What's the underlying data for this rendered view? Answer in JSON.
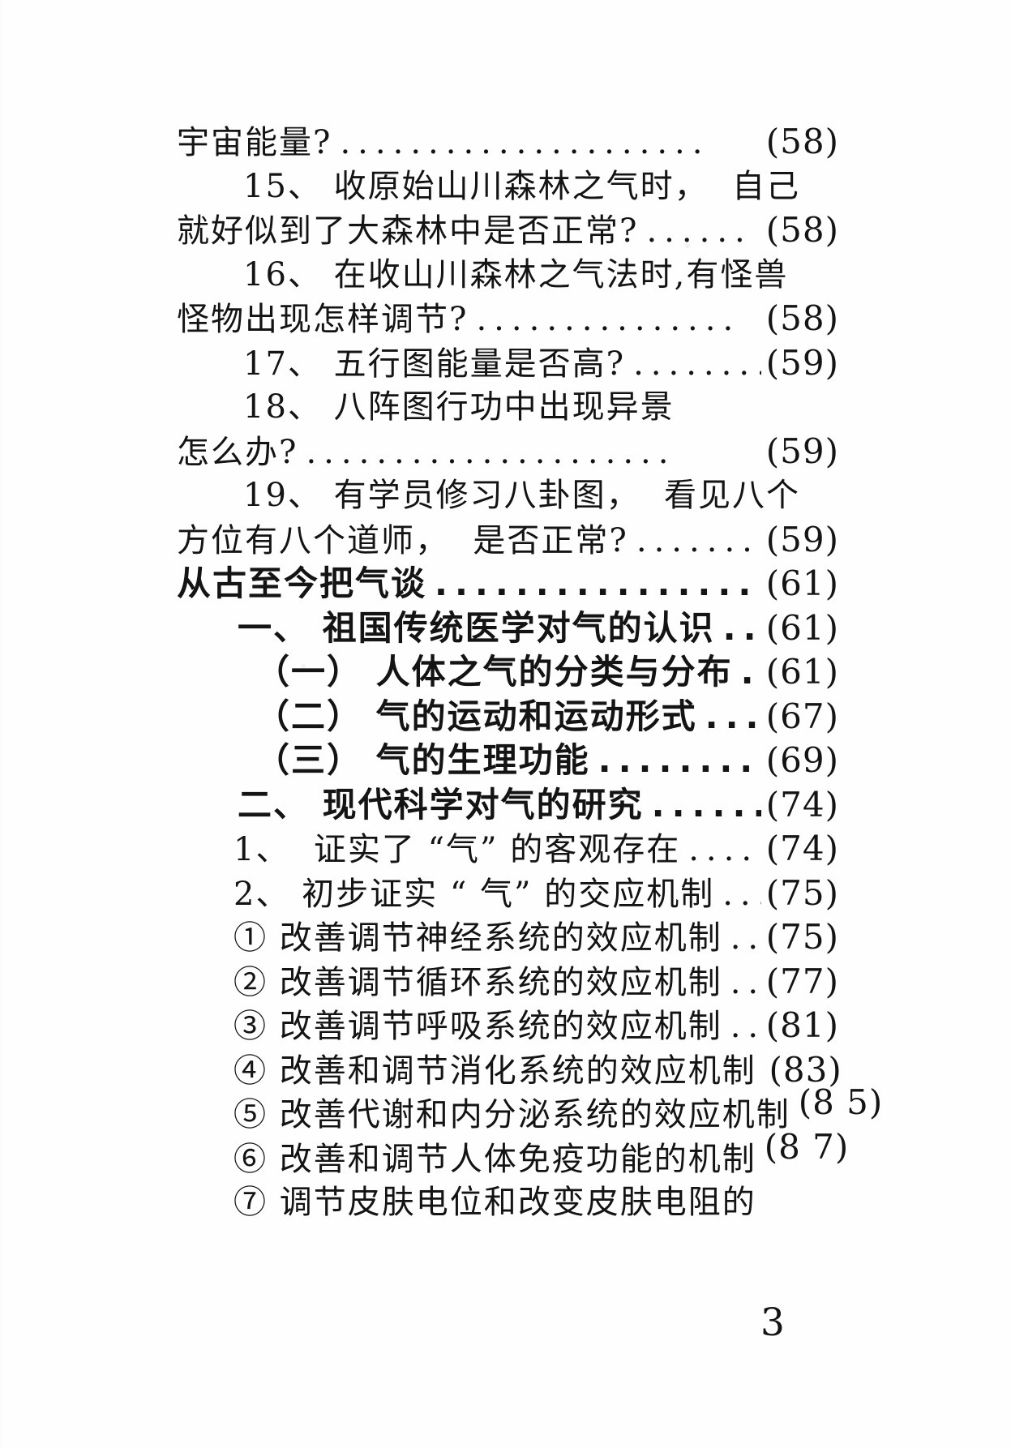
{
  "document": {
    "kind": "scanned book table-of-contents page",
    "footer_page_number": "3"
  },
  "toc_entries": [
    {
      "text": "宇宙能量?",
      "leader": ".....................",
      "page": "(58)",
      "indent": "flush",
      "bold": false,
      "page_raised": false
    },
    {
      "text": "15、 收原始山川森林之气时，  自己",
      "leader": "",
      "page": "",
      "indent": "num",
      "bold": false,
      "page_raised": false
    },
    {
      "text": "就好似到了大森林中是否正常?",
      "leader": "......",
      "page": "(58)",
      "indent": "flush",
      "bold": false,
      "page_raised": false
    },
    {
      "text": "16、 在收山川森林之气法时,有怪兽",
      "leader": "",
      "page": "",
      "indent": "num",
      "bold": false,
      "page_raised": false
    },
    {
      "text": "怪物出现怎样调节?",
      "leader": "...............",
      "page": "(58)",
      "indent": "flush",
      "bold": false,
      "page_raised": false
    },
    {
      "text": "17、 五行图能量是否高?",
      "leader": ".........",
      "page": "(59)",
      "indent": "num",
      "bold": false,
      "page_raised": false
    },
    {
      "text": "18、 八阵图行功中出现异景",
      "leader": "",
      "page": "",
      "indent": "num",
      "bold": false,
      "page_raised": false
    },
    {
      "text": "怎么办?",
      "leader": ".....................",
      "page": "(59)",
      "indent": "flush",
      "bold": false,
      "page_raised": false
    },
    {
      "text": "19、 有学员修习八卦图，  看见八个",
      "leader": "",
      "page": "",
      "indent": "num",
      "bold": false,
      "page_raised": false
    },
    {
      "text": "方位有八个道师，  是否正常?",
      "leader": "........",
      "page": "(59)",
      "indent": "flush",
      "bold": false,
      "page_raised": false
    },
    {
      "text": "从古至今把气谈",
      "leader": "................",
      "page": "(61)",
      "indent": "flush",
      "bold": true,
      "page_raised": false
    },
    {
      "text": "一、 祖国传统医学对气的认识",
      "leader": "....",
      "page": "(61)",
      "indent": "sec",
      "bold": true,
      "page_raised": false
    },
    {
      "text": "（一） 人体之气的分类与分布",
      "leader": "....",
      "page": "(61)",
      "indent": "paren",
      "bold": true,
      "page_raised": false
    },
    {
      "text": "（二） 气的运动和运动形式",
      "leader": "......",
      "page": "(67)",
      "indent": "paren",
      "bold": true,
      "page_raised": false
    },
    {
      "text": "（三） 气的生理功能",
      "leader": ".............",
      "page": "(69)",
      "indent": "paren",
      "bold": true,
      "page_raised": false
    },
    {
      "text": "二、 现代科学对气的研究",
      "leader": "........",
      "page": "(74)",
      "indent": "sec",
      "bold": true,
      "page_raised": false
    },
    {
      "text": "1、  证实了 “气” 的客观存在",
      "leader": ".......",
      "page": "(74)",
      "indent": "sub",
      "bold": false,
      "page_raised": false
    },
    {
      "text": "2、 初步证实 “ 气” 的交应机制",
      "leader": "....",
      "page": "(75)",
      "indent": "sub",
      "bold": false,
      "page_raised": false
    },
    {
      "text": "① 改善调节神经系统的效应机制",
      "leader": "...",
      "page": "(75)",
      "indent": "sub",
      "bold": false,
      "page_raised": false
    },
    {
      "text": "② 改善调节循环系统的效应机制",
      "leader": "...",
      "page": "(77)",
      "indent": "sub",
      "bold": false,
      "page_raised": false
    },
    {
      "text": "③ 改善调节呼吸系统的效应机制",
      "leader": "...",
      "page": "(81)",
      "indent": "sub",
      "bold": false,
      "page_raised": false
    },
    {
      "text": "④ 改善和调节消化系统的效应机制",
      "leader": "..",
      "page": "(83)",
      "indent": "sub",
      "bold": false,
      "page_raised": false
    },
    {
      "text": "⑤ 改善代谢和内分泌系统的效应机制",
      "leader": ".",
      "page": "(8 5)",
      "indent": "sub",
      "bold": false,
      "page_raised": true
    },
    {
      "text": "⑥ 改善和调节人体免疫功能的机制",
      "leader": "..",
      "page": "(8 7)",
      "indent": "sub",
      "bold": false,
      "page_raised": true
    },
    {
      "text": "⑦ 调节皮肤电位和改变皮肤电阻的",
      "leader": "",
      "page": "",
      "indent": "sub",
      "bold": false,
      "page_raised": false
    }
  ]
}
